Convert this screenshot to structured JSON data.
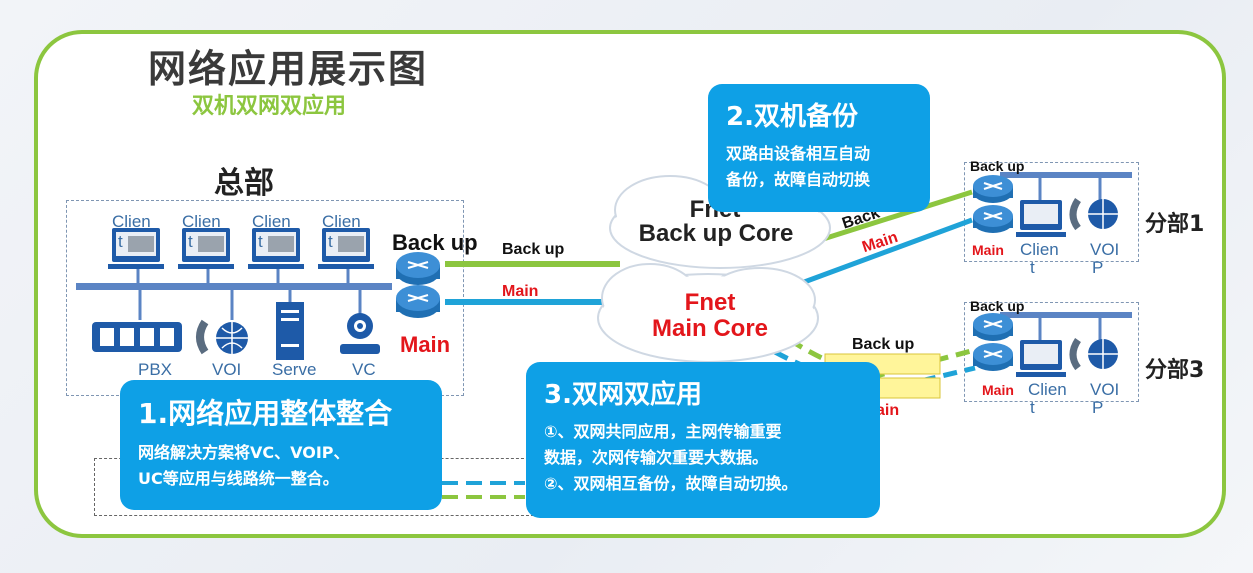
{
  "title": "网络应用展示图",
  "subtitle": "双机双网双应用",
  "hq": {
    "label": "总部",
    "clients": [
      "Clien",
      "Clien",
      "Clien",
      "Clien"
    ],
    "client_suffix": "t",
    "devices": [
      "PBX",
      "VOI",
      "Serve",
      "VC"
    ],
    "router_backup": "Back up",
    "router_main": "Main"
  },
  "links": {
    "backup": "Back up",
    "main": "Main"
  },
  "clouds": {
    "backup_core_l1": "Fnet",
    "backup_core_l2": "Back up Core",
    "main_core_l1": "Fnet",
    "main_core_l2": "Main Core"
  },
  "branch1": {
    "label": "分部1",
    "backup": "Back up",
    "main": "Main",
    "client": "Clien",
    "client_suffix": "t",
    "voip": "VOI",
    "voip_suffix": "P",
    "link_main": "Main",
    "link_backup": "Back"
  },
  "branch3": {
    "label": "分部3",
    "backup": "Back up",
    "main": "Main",
    "client": "Clien",
    "client_suffix": "t",
    "voip": "VOI",
    "voip_suffix": "P",
    "link_backup": "Back up",
    "link_main": "ain"
  },
  "callouts": {
    "c1_title": "1.网络应用整体整合",
    "c1_l1": "网络解决方案将VC、VOIP、",
    "c1_l2": "UC等应用与线路统一整合。",
    "c2_title": "2.双机备份",
    "c2_l1": "双路由设备相互自动",
    "c2_l2": "备份，故障自动切换",
    "c3_title": "3.双网双应用",
    "c3_l1": "①、双网共同应用，主网传输重要",
    "c3_l2": "数据，次网传输次重要大数据。",
    "c3_l3": "②、双网相互备份，故障自动切换。"
  },
  "colors": {
    "frame": "#8cc63f",
    "callout": "#0ea0e6",
    "backup_line": "#8cc63f",
    "main_line": "#1fa3d8",
    "main_text": "#e3161b"
  }
}
